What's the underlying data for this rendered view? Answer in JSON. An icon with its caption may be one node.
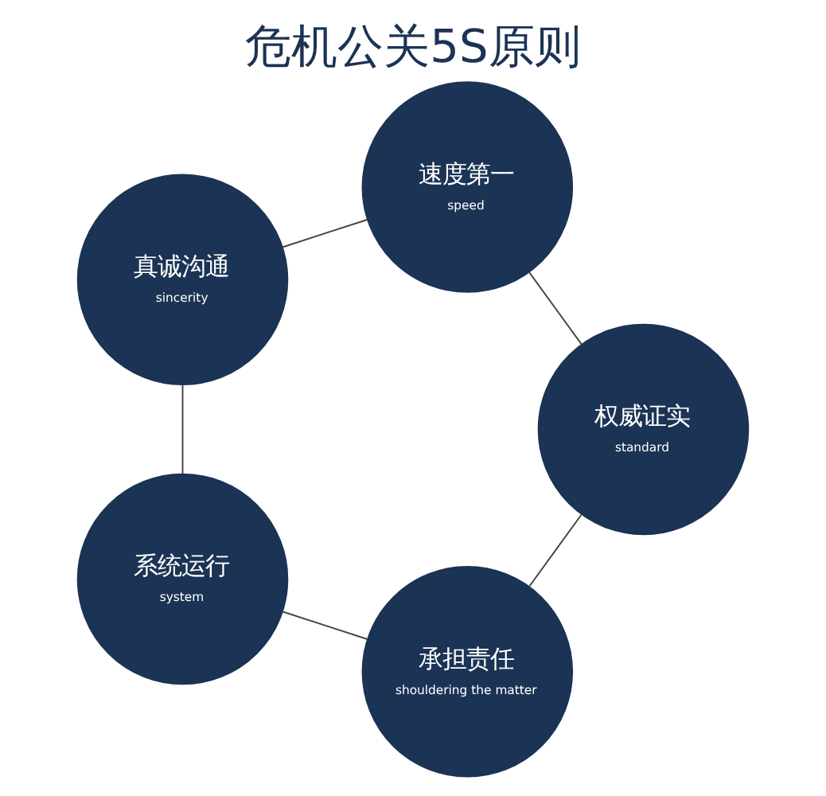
{
  "diagram": {
    "title": "危机公关5S原则",
    "nodes": [
      {
        "text": [
          "承担责任",
          "shouldering the matter"
        ]
      },
      {
        "text": [
          "权威证实",
          "standard"
        ]
      },
      {
        "text": [
          "系统运行",
          "system"
        ]
      },
      {
        "text": [
          "速度第一",
          "speed"
        ]
      },
      {
        "text": [
          "真诚沟通",
          "sincerity"
        ]
      }
    ],
    "edges": [
      {
        "from": 0,
        "to": 2,
        "arrow": "none"
      },
      {
        "from": 2,
        "to": 4,
        "arrow": "none"
      },
      {
        "from": 4,
        "to": 3,
        "arrow": "none"
      },
      {
        "from": 3,
        "to": 1,
        "arrow": "none"
      },
      {
        "from": 1,
        "to": 0,
        "arrow": "none"
      }
    ]
  }
}
